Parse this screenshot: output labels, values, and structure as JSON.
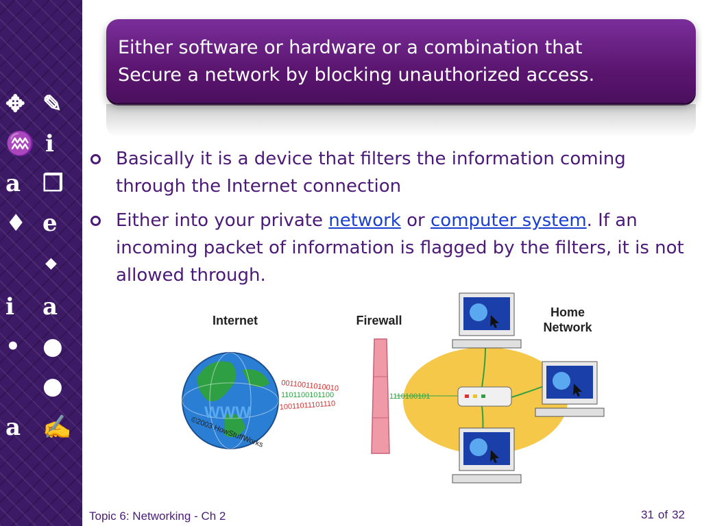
{
  "left_strip": {
    "glyphs": [
      "✥",
      "✎",
      "♒",
      "i",
      "a",
      "❒",
      "♦",
      "e",
      "◆",
      "i",
      "a",
      "•",
      "●",
      "●",
      "a",
      "✍"
    ]
  },
  "title": {
    "line1": "Either software or hardware or a combination that",
    "line2": "Secure a network by blocking unauthorized access."
  },
  "bullets": {
    "b1": "Basically it is a device that filters the information coming through the Internet connection",
    "b2": {
      "pre": "Either into your private ",
      "link1": "network",
      "mid": " or ",
      "link2": "computer system",
      "post": ". If an incoming packet of information is flagged by the filters, it is not allowed through."
    }
  },
  "diagram": {
    "label_internet": "Internet",
    "label_firewall": "Firewall",
    "label_home_line1": "Home",
    "label_home_line2": "Network",
    "globe_text": "WWW",
    "copyright": "©2003 HowStuffWorks",
    "bits_top": "00110011010010",
    "bits_mid": "1101100101100",
    "bits_bot": "10011011101110",
    "bits_right": "1110100101"
  },
  "footer": {
    "topic": "Topic 6: Networking - Ch 2",
    "page": "31",
    "of": "of",
    "total": "32"
  }
}
